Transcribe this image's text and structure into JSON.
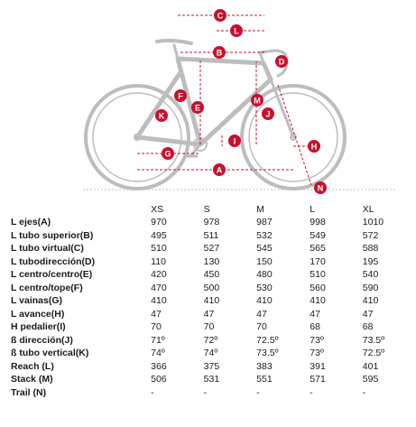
{
  "diagram": {
    "labels": [
      "A",
      "B",
      "C",
      "D",
      "E",
      "F",
      "G",
      "H",
      "I",
      "J",
      "K",
      "L",
      "M",
      "N"
    ]
  },
  "sizes": [
    "XS",
    "S",
    "M",
    "L",
    "XL"
  ],
  "rows": [
    {
      "label": "L ejes(A)",
      "values": [
        "970",
        "978",
        "987",
        "998",
        "1010"
      ]
    },
    {
      "label": "L tubo superior(B)",
      "values": [
        "495",
        "511",
        "532",
        "549",
        "572"
      ]
    },
    {
      "label": "L tubo virtual(C)",
      "values": [
        "510",
        "527",
        "545",
        "565",
        "588"
      ]
    },
    {
      "label": "L tubodirección(D)",
      "values": [
        "110",
        "130",
        "150",
        "170",
        "195"
      ]
    },
    {
      "label": "L centro/centro(E)",
      "values": [
        "420",
        "450",
        "480",
        "510",
        "540"
      ]
    },
    {
      "label": "L centro/tope(F)",
      "values": [
        "470",
        "500",
        "530",
        "560",
        "590"
      ]
    },
    {
      "label": "L vainas(G)",
      "values": [
        "410",
        "410",
        "410",
        "410",
        "410"
      ]
    },
    {
      "label": "L avance(H)",
      "values": [
        "47",
        "47",
        "47",
        "47",
        "47"
      ]
    },
    {
      "label": "H pedalier(I)",
      "values": [
        "70",
        "70",
        "70",
        "68",
        "68"
      ]
    },
    {
      "label": "ß dirección(J)",
      "values": [
        "71º",
        "72º",
        "72.5º",
        "73º",
        "73.5º"
      ]
    },
    {
      "label": "ß tubo vertical(K)",
      "values": [
        "74º",
        "74º",
        "73.5º",
        "73º",
        "72.5º"
      ]
    },
    {
      "label": "Reach (L)",
      "values": [
        "366",
        "375",
        "383",
        "391",
        "401"
      ]
    },
    {
      "label": "Stack (M)",
      "values": [
        "506",
        "531",
        "551",
        "571",
        "595"
      ]
    },
    {
      "label": "Trail (N)",
      "values": [
        "-",
        "-",
        "-",
        "-",
        "-"
      ]
    }
  ]
}
